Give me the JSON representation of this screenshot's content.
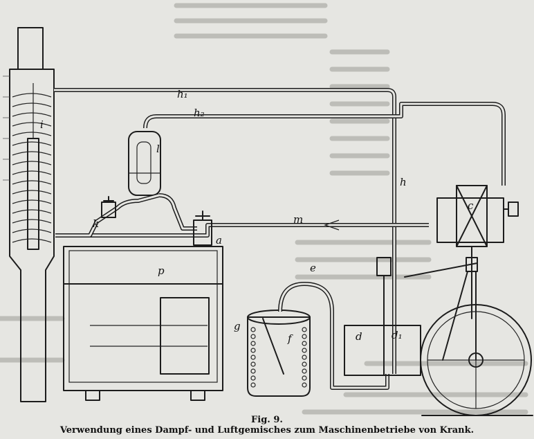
{
  "figure": {
    "number": "Fig. 9.",
    "caption": "Verwendung eines Dampf- und Luftgemisches zum Maschinenbetriebe von Krank."
  },
  "labels": {
    "h1": "h₁",
    "h2": "h₂",
    "h": "h",
    "i": "i",
    "l": "l",
    "k": "k",
    "m": "m",
    "a": "a",
    "p": "p",
    "e": "e",
    "g": "g",
    "f": "f",
    "d": "d",
    "d1": "d₁",
    "c": "c"
  }
}
